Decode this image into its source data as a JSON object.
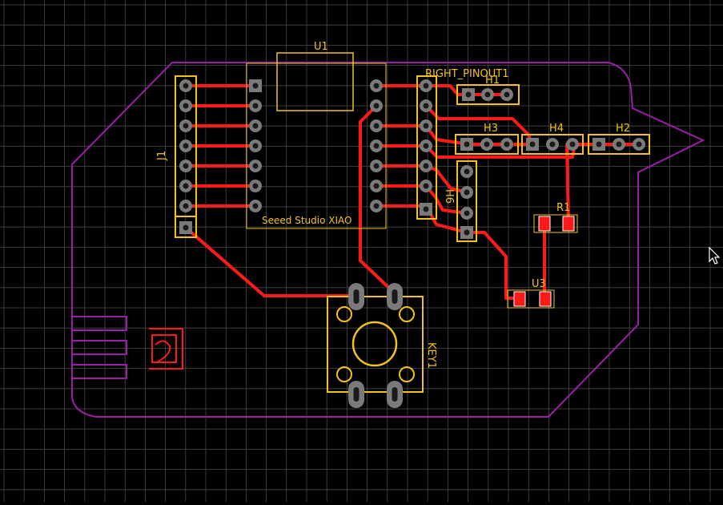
{
  "board": {
    "labels": {
      "u1": "U1",
      "xiao": "Seeed Studio XIAO",
      "right_pinout": "RIGHT_PINOUT1",
      "h1": "H1",
      "h2": "H2",
      "h3": "H3",
      "h4": "H4",
      "h6": "H6",
      "j1": "J1",
      "r1": "R1",
      "u3": "U3",
      "key1": "KEY1"
    },
    "colors": {
      "background": "#000000",
      "grid": "#5a5a5a",
      "grid_major": "#cfcfcf",
      "outline": "#9b1ea6",
      "silkscreen": "#f2c21a",
      "trace": "#ff1a1a",
      "pad": "#7a7a7a",
      "label": "#f2c21a"
    },
    "icons": [
      "cursor-arrow-icon",
      "logo-mark-icon"
    ]
  }
}
